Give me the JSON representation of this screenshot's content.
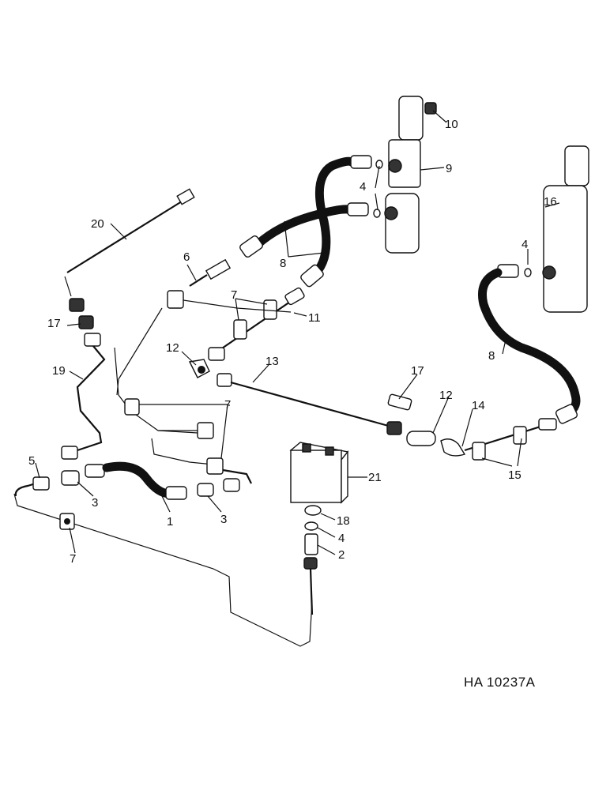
{
  "drawing_id": "HA 10237A",
  "callouts": [
    {
      "id": "c1",
      "text": "1"
    },
    {
      "id": "c2",
      "text": "2"
    },
    {
      "id": "c3a",
      "text": "3"
    },
    {
      "id": "c3b",
      "text": "3"
    },
    {
      "id": "c4a",
      "text": "4"
    },
    {
      "id": "c4b",
      "text": "4"
    },
    {
      "id": "c4c",
      "text": "4"
    },
    {
      "id": "c5",
      "text": "5"
    },
    {
      "id": "c6",
      "text": "6"
    },
    {
      "id": "c7a",
      "text": "7"
    },
    {
      "id": "c7b",
      "text": "7"
    },
    {
      "id": "c7c",
      "text": "7"
    },
    {
      "id": "c8a",
      "text": "8"
    },
    {
      "id": "c8b",
      "text": "8"
    },
    {
      "id": "c9",
      "text": "9"
    },
    {
      "id": "c10",
      "text": "10"
    },
    {
      "id": "c11",
      "text": "11"
    },
    {
      "id": "c12a",
      "text": "12"
    },
    {
      "id": "c12b",
      "text": "12"
    },
    {
      "id": "c13",
      "text": "13"
    },
    {
      "id": "c14",
      "text": "14"
    },
    {
      "id": "c15",
      "text": "15"
    },
    {
      "id": "c16",
      "text": "16"
    },
    {
      "id": "c17a",
      "text": "17"
    },
    {
      "id": "c17b",
      "text": "17"
    },
    {
      "id": "c18",
      "text": "18"
    },
    {
      "id": "c19",
      "text": "19"
    },
    {
      "id": "c20",
      "text": "20"
    },
    {
      "id": "c21",
      "text": "21"
    }
  ]
}
